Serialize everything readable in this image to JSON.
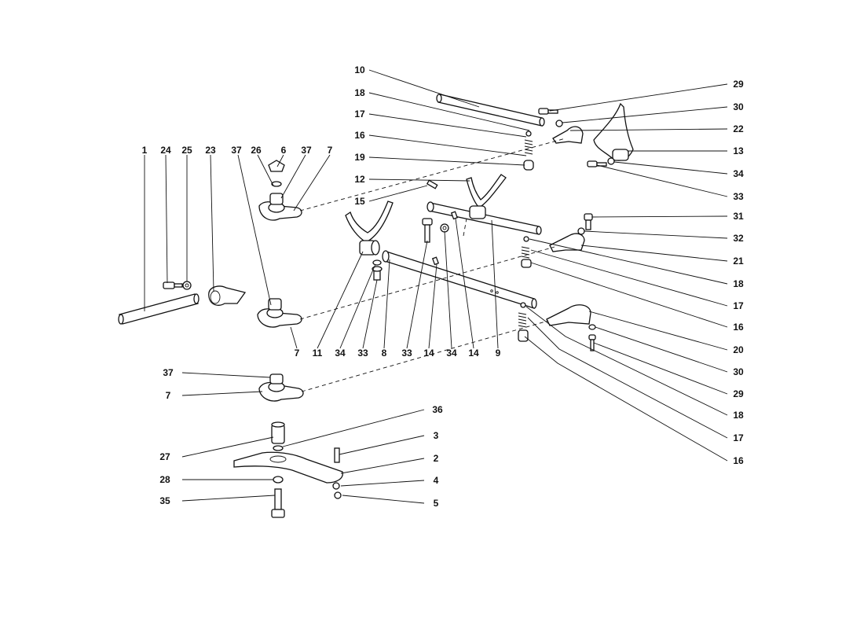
{
  "title": "",
  "callouts": [
    "1",
    "2",
    "3",
    "4",
    "5",
    "6",
    "7",
    "8",
    "9",
    "10",
    "11",
    "12",
    "13",
    "14",
    "15",
    "16",
    "17",
    "18",
    "19",
    "20",
    "21",
    "22",
    "23",
    "24",
    "25",
    "26",
    "27",
    "28",
    "29",
    "30",
    "31",
    "32",
    "33",
    "34",
    "35",
    "36",
    "37"
  ]
}
